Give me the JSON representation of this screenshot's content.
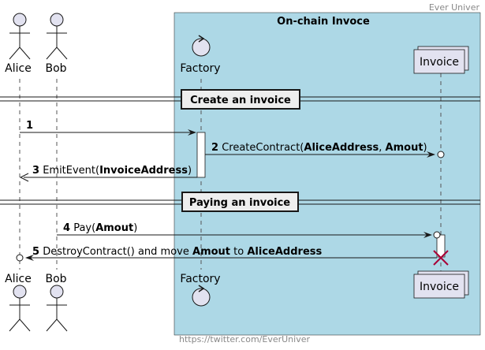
{
  "header_text": "Ever Univer",
  "footer_text": "https://twitter.com/EverUniver",
  "box": {
    "title": "On-chain Invoce",
    "color": "#add8e6"
  },
  "participants": {
    "alice": "Alice",
    "bob": "Bob",
    "factory": "Factory",
    "invoice": "Invoice"
  },
  "dividers": {
    "create": "Create an invoice",
    "paying": "Paying an invoice"
  },
  "messages": {
    "m1": {
      "num": "1",
      "text": ""
    },
    "m2": {
      "num": "2",
      "pre": "CreateContract(",
      "b1": "AliceAddress",
      "mid": ", ",
      "b2": "Amout",
      "post": ")"
    },
    "m3": {
      "num": "3",
      "pre": "EmitEvent(",
      "b1": "InvoiceAddress",
      "post": ")"
    },
    "m4": {
      "num": "4",
      "pre": "Pay(",
      "b1": "Amout",
      "post": ")"
    },
    "m5": {
      "num": "5",
      "pre": "DestroyContract() and move ",
      "b1": "Amout",
      "mid": " to ",
      "b2": "AliceAddress"
    }
  },
  "colors": {
    "participant_fill": "#e2e2f0",
    "lifeline": "#555555",
    "destroy": "#a80036"
  }
}
